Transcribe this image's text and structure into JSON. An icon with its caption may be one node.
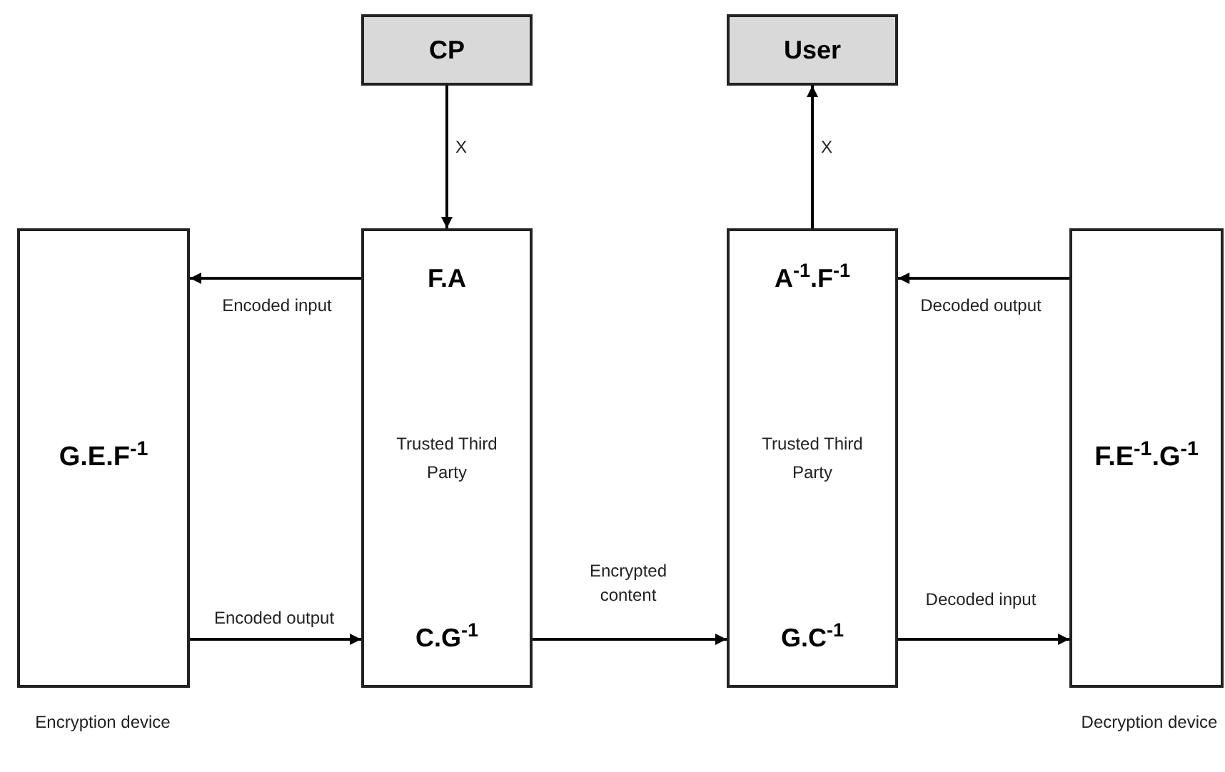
{
  "diagram": {
    "nodes": [
      {
        "text": [
          "CP"
        ]
      },
      {
        "text": [
          "User"
        ]
      },
      {
        "text": [
          "G.E.F$^{-1}$"
        ],
        "beside": [
          "Encryption device"
        ]
      },
      {
        "text": [
          "F.A",
          "Trusted Third Party",
          "C.G$^{-1}$"
        ]
      },
      {
        "text": [
          "A$^{-1}$.F$^{-1}$",
          "Trusted Third Party",
          "G.C$^{-1}$"
        ]
      },
      {
        "text": [
          "F.E$^{-1}$.G$^{-1}$"
        ],
        "beside": [
          "Decryption device"
        ]
      }
    ],
    "edges": [
      {
        "from": 0,
        "to": 3,
        "arrow": "to",
        "label": "X"
      },
      {
        "from": 4,
        "to": 1,
        "arrow": "to",
        "label": "X"
      },
      {
        "from": 3,
        "to": 2,
        "arrow": "to",
        "label": "Encoded input"
      },
      {
        "from": 2,
        "to": 3,
        "arrow": "to",
        "label": "Encoded output"
      },
      {
        "from": 3,
        "to": 4,
        "arrow": "to",
        "label": "Encrypted content"
      },
      {
        "from": 5,
        "to": 4,
        "arrow": "to",
        "label": "Decoded output"
      },
      {
        "from": 4,
        "to": 5,
        "arrow": "to",
        "label": "Decoded input"
      }
    ]
  }
}
